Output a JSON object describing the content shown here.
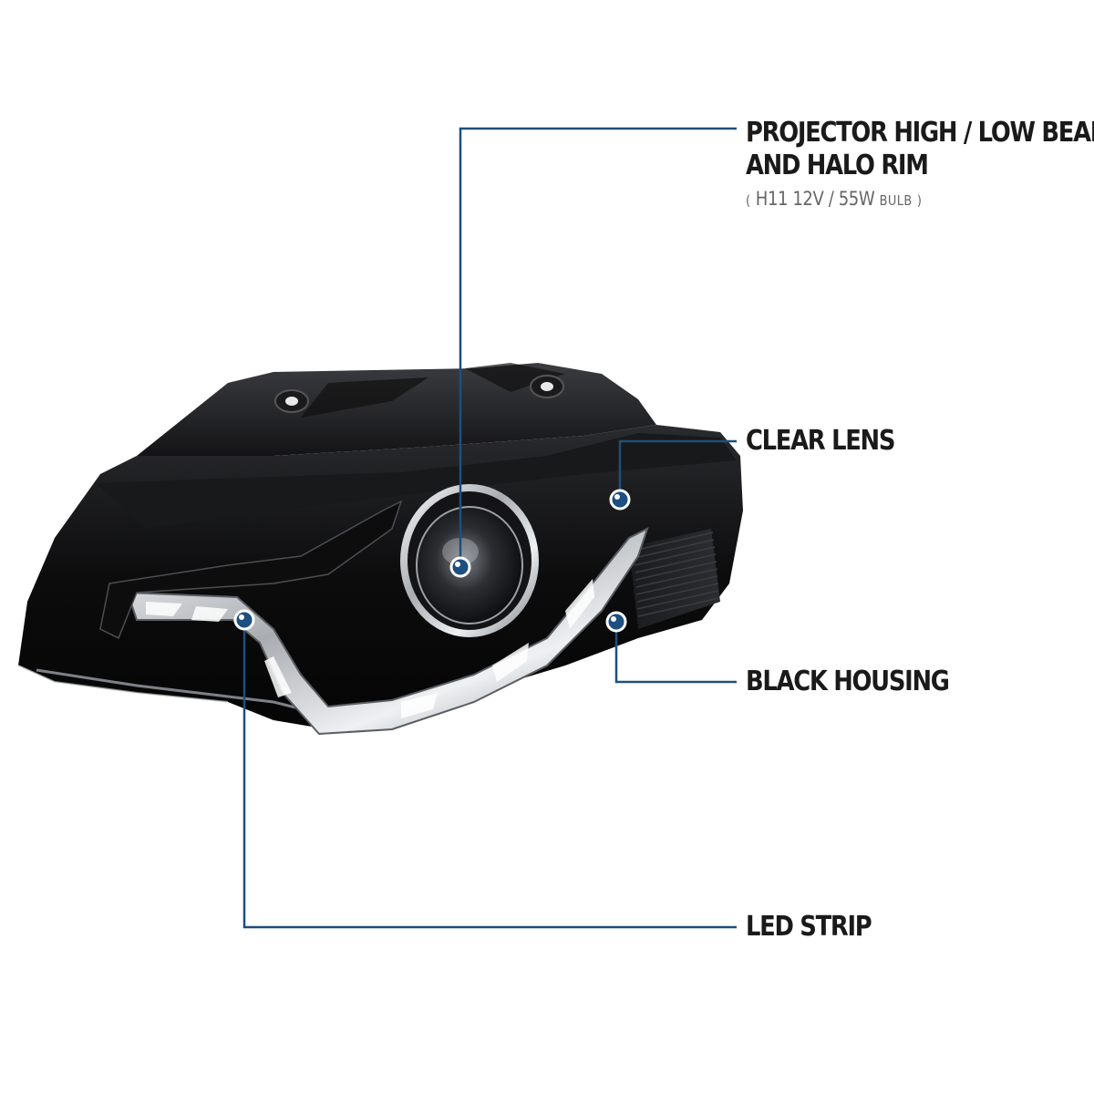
{
  "callouts": {
    "projector": {
      "line1": "PROJECTOR HIGH / LOW BEAM",
      "line2": "AND HALO RIM",
      "spec_open": "(",
      "spec_main": "H11 12V / 55W",
      "spec_bulb": "BULB",
      "spec_close": ")"
    },
    "clear_lens": "CLEAR LENS",
    "black_housing": "BLACK HOUSING",
    "led_strip": "LED STRIP"
  },
  "colors": {
    "callout_line": "#1f4f7a",
    "callout_dot": "#1d4f80",
    "housing": "#0b0b0c",
    "chrome": "#e4e6e8"
  },
  "icons": {
    "product": "headlight-image"
  }
}
